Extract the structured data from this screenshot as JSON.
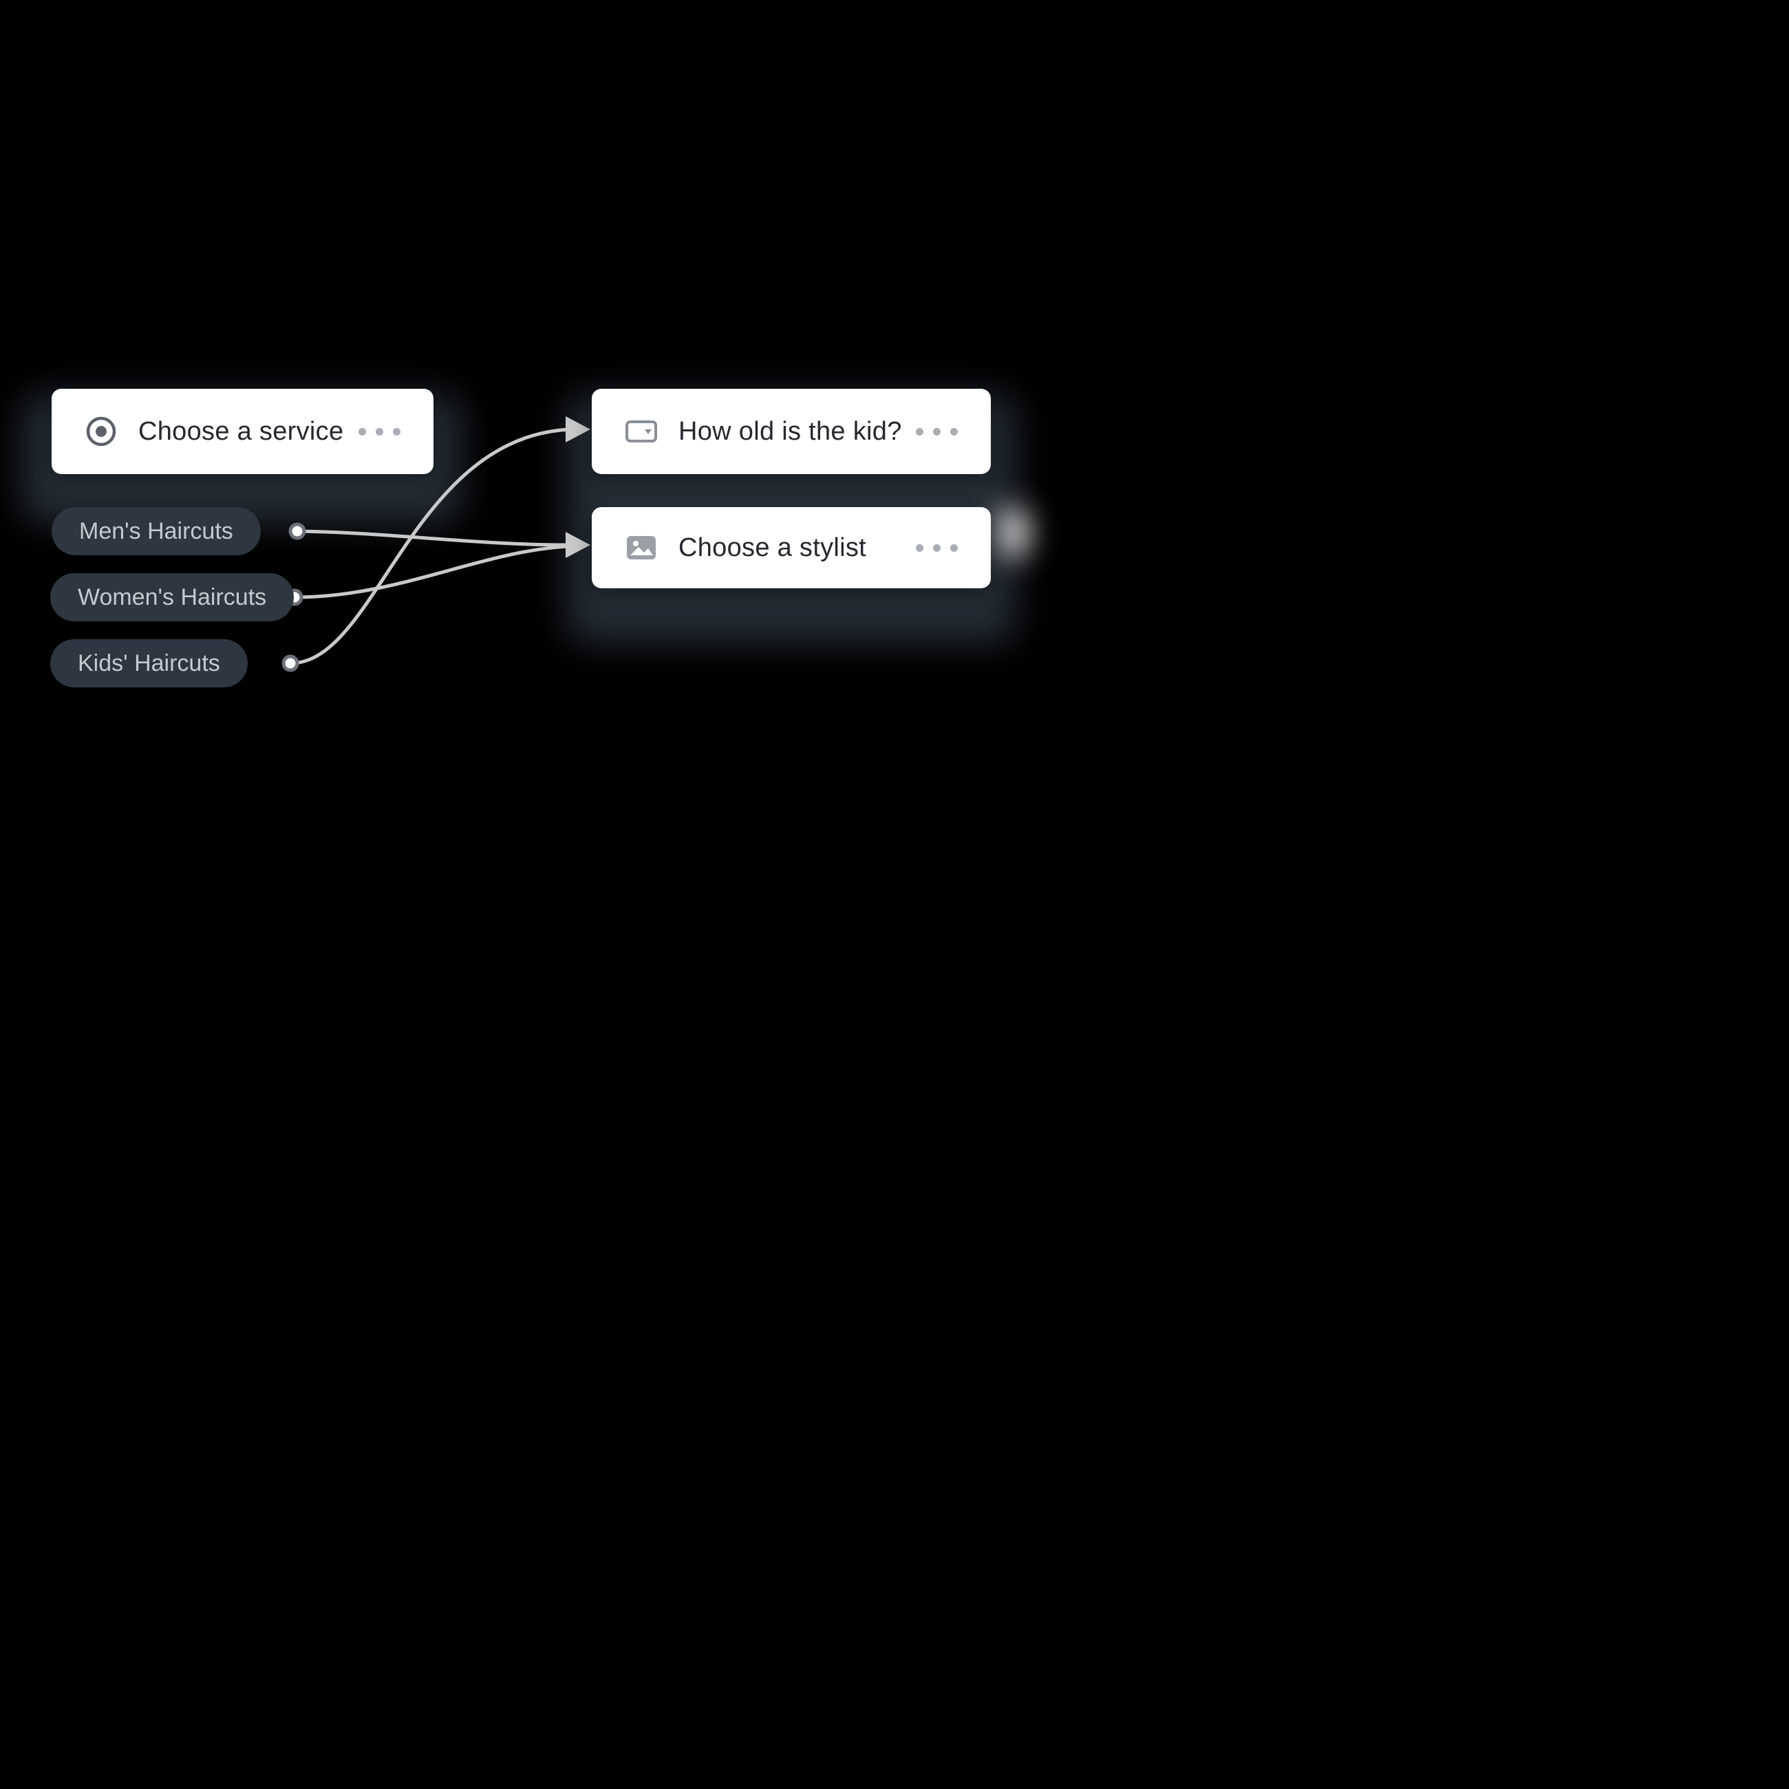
{
  "canvas": {
    "background": "#000000"
  },
  "left_group": {
    "card": {
      "title": "Choose a service",
      "icon": "target-icon",
      "menu_icon": "more-options-dots"
    },
    "choices": [
      {
        "id": "mens",
        "label": "Men's Haircuts"
      },
      {
        "id": "womens",
        "label": "Women's Haircuts"
      },
      {
        "id": "kids",
        "label": "Kids' Haircuts"
      }
    ]
  },
  "right_group": {
    "cards": [
      {
        "id": "age",
        "title": "How old is the kid?",
        "icon": "input-field-icon",
        "menu_icon": "more-options-dots"
      },
      {
        "id": "stylist",
        "title": "Choose a stylist",
        "icon": "image-icon",
        "menu_icon": "more-options-dots"
      }
    ]
  },
  "connections": [
    {
      "from": "Men's Haircuts",
      "to": "Choose a stylist"
    },
    {
      "from": "Women's Haircuts",
      "to": "Choose a stylist"
    },
    {
      "from": "Kids' Haircuts",
      "to": "How old is the kid?"
    }
  ],
  "colors": {
    "card_background": "#ffffff",
    "card_text": "#25282e",
    "pill_background": "#2e3642",
    "pill_text": "#c6c9cf",
    "wire": "#c9c9c9",
    "shadow_blob": "#273039",
    "icon_gray": "#5d626a",
    "menu_dot": "#a9adb4"
  }
}
